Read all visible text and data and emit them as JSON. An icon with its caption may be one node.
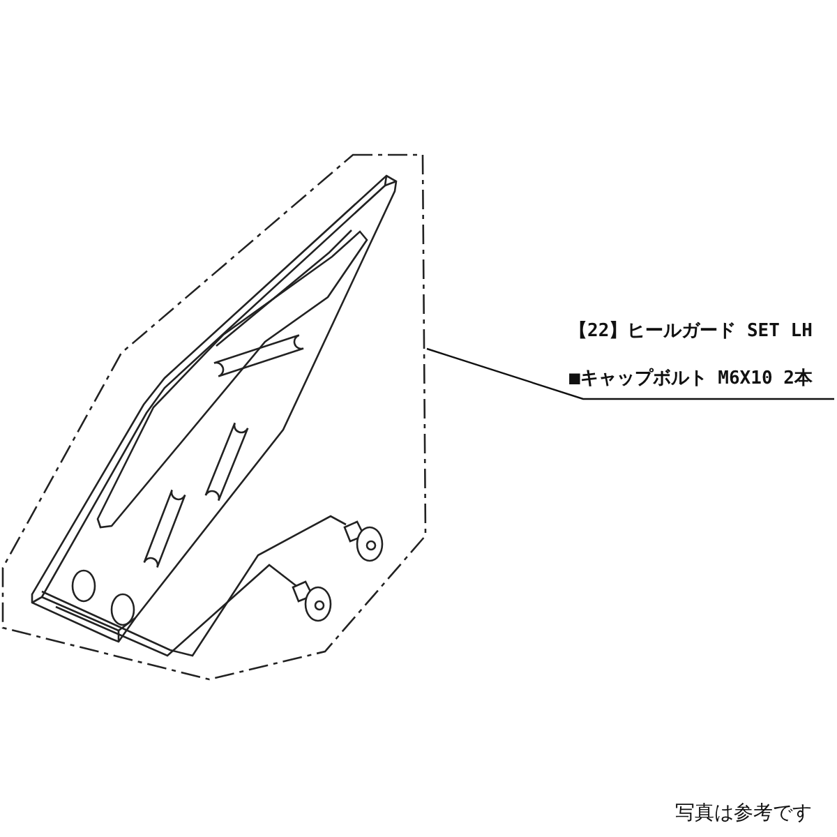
{
  "diagram": {
    "nodes": [
      {
        "text": [
          "【22】ヒールガード SET LH",
          "■キャップボルト M6X10 2本"
        ]
      },
      {
        "text": [],
        "shape": "picture"
      }
    ],
    "edges": [
      {
        "from": 0,
        "to": 1,
        "arrow": "none"
      }
    ],
    "labels": [
      "写真は参考です"
    ]
  }
}
